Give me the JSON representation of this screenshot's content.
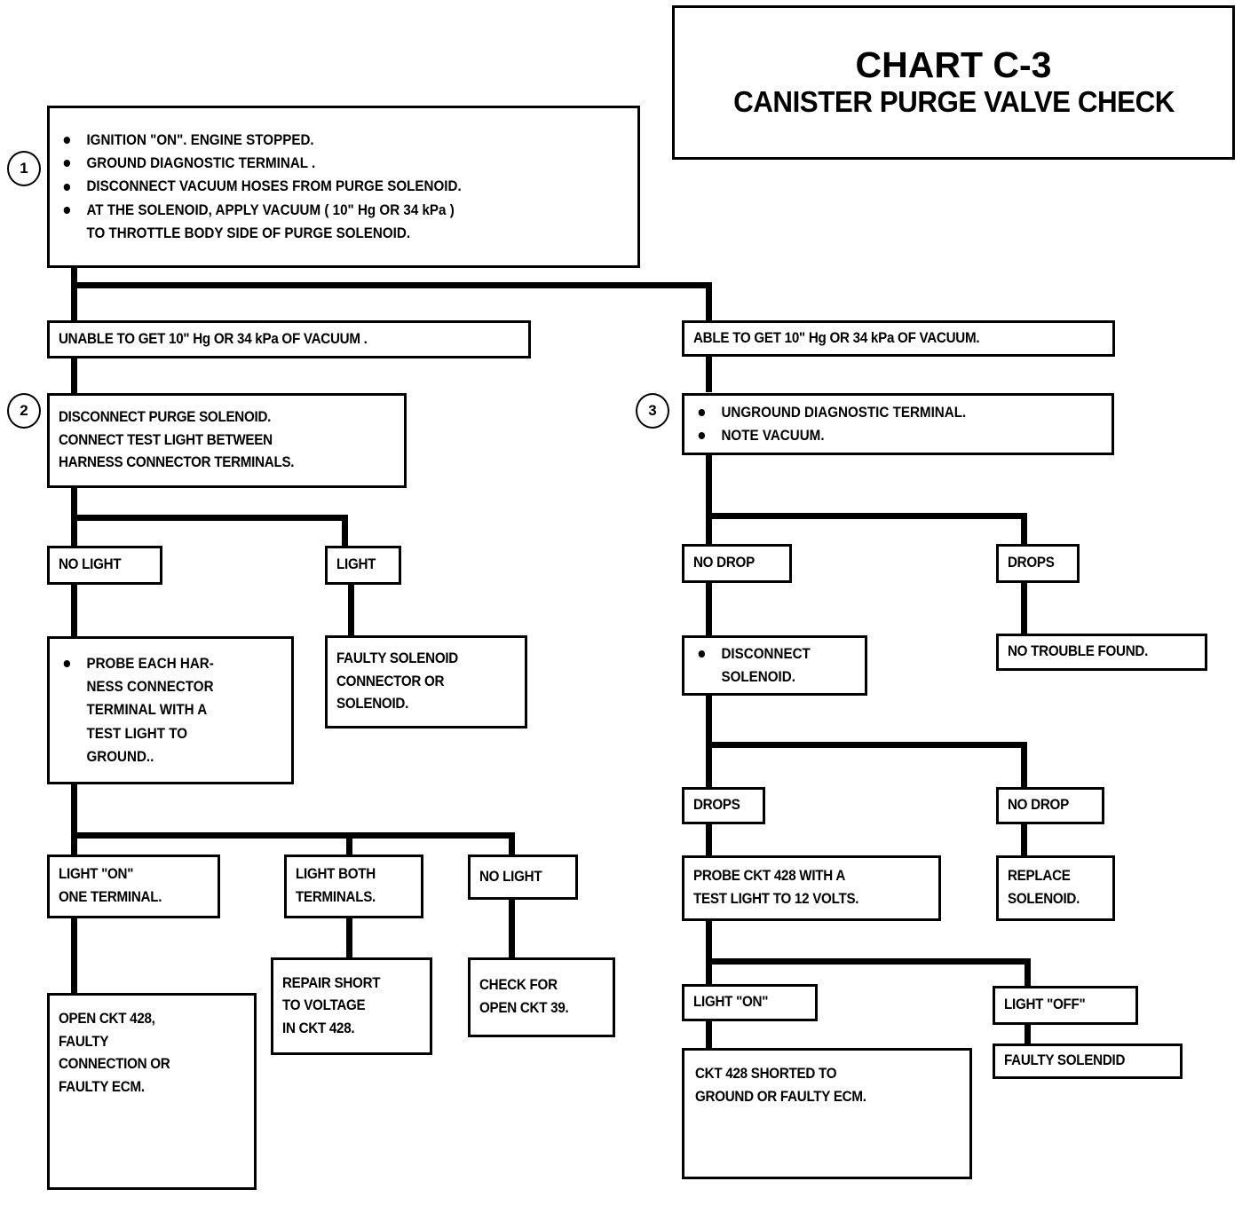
{
  "title": {
    "line1": "CHART C-3",
    "line2": "CANISTER PURGE VALVE CHECK"
  },
  "step_numbers": {
    "one": "1",
    "two": "2",
    "three": "3"
  },
  "chart_data": {
    "type": "table",
    "title": "CHART C-3 — CANISTER PURGE VALVE CHECK",
    "nodes": [
      {
        "id": "step1",
        "step": "1",
        "lines": [
          "IGNITION \"ON\". ENGINE STOPPED.",
          "GROUND DIAGNOSTIC TERMINAL .",
          "DISCONNECT VACUUM HOSES FROM PURGE SOLENOID.",
          "AT THE SOLENOID, APPLY VACUUM ( 10\" Hg OR 34 kPa )",
          "TO THROTTLE BODY SIDE OF PURGE SOLENOID."
        ]
      },
      {
        "id": "unable",
        "lines": [
          "UNABLE TO GET  10\" Hg OR 34 kPa OF VACUUM ."
        ]
      },
      {
        "id": "able",
        "lines": [
          "ABLE TO GET 10\" Hg OR 34 kPa OF VACUUM."
        ]
      },
      {
        "id": "step2",
        "step": "2",
        "lines": [
          "DISCONNECT PURGE SOLENOID.",
          "CONNECT TEST LIGHT BETWEEN",
          "HARNESS CONNECTOR TERMINALS."
        ]
      },
      {
        "id": "step3",
        "step": "3",
        "lines": [
          "UNGROUND DIAGNOSTIC TERMINAL.",
          "NOTE VACUUM."
        ]
      },
      {
        "id": "nolight1",
        "lines": [
          "NO LIGHT"
        ]
      },
      {
        "id": "light1",
        "lines": [
          "LIGHT"
        ]
      },
      {
        "id": "nodrop1",
        "lines": [
          "NO DROP"
        ]
      },
      {
        "id": "drops1",
        "lines": [
          "DROPS"
        ]
      },
      {
        "id": "probe_harness",
        "lines": [
          "PROBE EACH HAR-",
          "NESS CONNECTOR",
          "TERMINAL WITH A",
          "TEST LIGHT TO",
          "GROUND.."
        ]
      },
      {
        "id": "faulty_sol_conn",
        "lines": [
          "FAULTY SOLENOID",
          "CONNECTOR OR",
          "SOLENOID."
        ]
      },
      {
        "id": "disconnect_sol",
        "lines": [
          "DISCONNECT",
          "SOLENOID."
        ]
      },
      {
        "id": "no_trouble",
        "lines": [
          "NO TROUBLE FOUND."
        ]
      },
      {
        "id": "light_on_one",
        "lines": [
          "LIGHT \"ON\"",
          "ONE TERMINAL."
        ]
      },
      {
        "id": "light_both",
        "lines": [
          "LIGHT BOTH",
          "TERMINALS."
        ]
      },
      {
        "id": "nolight2",
        "lines": [
          "NO LIGHT"
        ]
      },
      {
        "id": "drops2",
        "lines": [
          "DROPS"
        ]
      },
      {
        "id": "nodrop2",
        "lines": [
          "NO DROP"
        ]
      },
      {
        "id": "open_ckt",
        "lines": [
          "OPEN CKT 428,",
          "FAULTY",
          "CONNECTION OR",
          "FAULTY ECM."
        ]
      },
      {
        "id": "repair_short",
        "lines": [
          "REPAIR SHORT",
          "TO VOLTAGE",
          "IN CKT 428."
        ]
      },
      {
        "id": "check_open",
        "lines": [
          "CHECK FOR",
          "OPEN CKT 39."
        ]
      },
      {
        "id": "probe_ckt428",
        "lines": [
          "PROBE CKT 428 WITH A",
          "TEST LIGHT TO 12 VOLTS."
        ]
      },
      {
        "id": "replace_sol",
        "lines": [
          "REPLACE",
          "SOLENOID."
        ]
      },
      {
        "id": "light_on2",
        "lines": [
          "LIGHT \"ON\""
        ]
      },
      {
        "id": "light_off",
        "lines": [
          "LIGHT \"OFF\""
        ]
      },
      {
        "id": "ckt_shorted",
        "lines": [
          "CKT 428 SHORTED TO",
          "GROUND OR FAULTY ECM."
        ]
      },
      {
        "id": "faulty_solendid",
        "lines": [
          "FAULTY SOLENDID"
        ]
      }
    ],
    "edges": [
      [
        "step1",
        "unable"
      ],
      [
        "step1",
        "able"
      ],
      [
        "unable",
        "step2"
      ],
      [
        "able",
        "step3"
      ],
      [
        "step2",
        "nolight1"
      ],
      [
        "step2",
        "light1"
      ],
      [
        "step3",
        "nodrop1"
      ],
      [
        "step3",
        "drops1"
      ],
      [
        "nolight1",
        "probe_harness"
      ],
      [
        "light1",
        "faulty_sol_conn"
      ],
      [
        "nodrop1",
        "disconnect_sol"
      ],
      [
        "drops1",
        "no_trouble"
      ],
      [
        "probe_harness",
        "light_on_one"
      ],
      [
        "probe_harness",
        "light_both"
      ],
      [
        "probe_harness",
        "nolight2"
      ],
      [
        "disconnect_sol",
        "drops2"
      ],
      [
        "disconnect_sol",
        "nodrop2"
      ],
      [
        "light_on_one",
        "open_ckt"
      ],
      [
        "light_both",
        "repair_short"
      ],
      [
        "nolight2",
        "check_open"
      ],
      [
        "drops2",
        "probe_ckt428"
      ],
      [
        "nodrop2",
        "replace_sol"
      ],
      [
        "probe_ckt428",
        "light_on2"
      ],
      [
        "probe_ckt428",
        "light_off"
      ],
      [
        "light_on2",
        "ckt_shorted"
      ],
      [
        "light_off",
        "faulty_solendid"
      ]
    ]
  },
  "colors": {
    "ink": "#000000",
    "paper": "#ffffff"
  }
}
